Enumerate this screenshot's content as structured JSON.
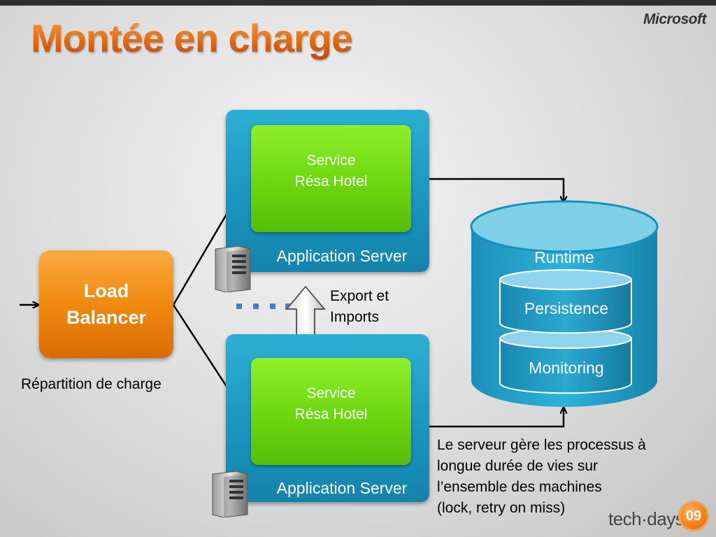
{
  "slide": {
    "title": "Montée en charge",
    "brand": "Microsoft"
  },
  "load_balancer": {
    "line1": "Load",
    "line2": "Balancer",
    "caption": "Répartition de charge"
  },
  "app_servers": [
    {
      "service_line1": "Service",
      "service_line2": "Résa Hotel",
      "label": "Application Server"
    },
    {
      "service_line1": "Service",
      "service_line2": "Résa Hotel",
      "label": "Application Server"
    }
  ],
  "export": {
    "line1": "Export et",
    "line2": "Imports"
  },
  "runtime": {
    "label": "Runtime",
    "persistence": "Persistence",
    "monitoring": "Monitoring"
  },
  "description": {
    "line1": "Le serveur gère les processus à",
    "line2": "longue durée de vies sur",
    "line3": "l’ensemble des machines",
    "line4": "(lock, retry on miss)"
  },
  "footer": {
    "event": "tech·days",
    "badge": "09"
  },
  "colors": {
    "title_orange": "#e36c12",
    "load_balancer_orange": "#f08a10",
    "server_blue": "#1a93bd",
    "service_green": "#6cd60e",
    "runtime_blue": "#2aa3c9"
  }
}
